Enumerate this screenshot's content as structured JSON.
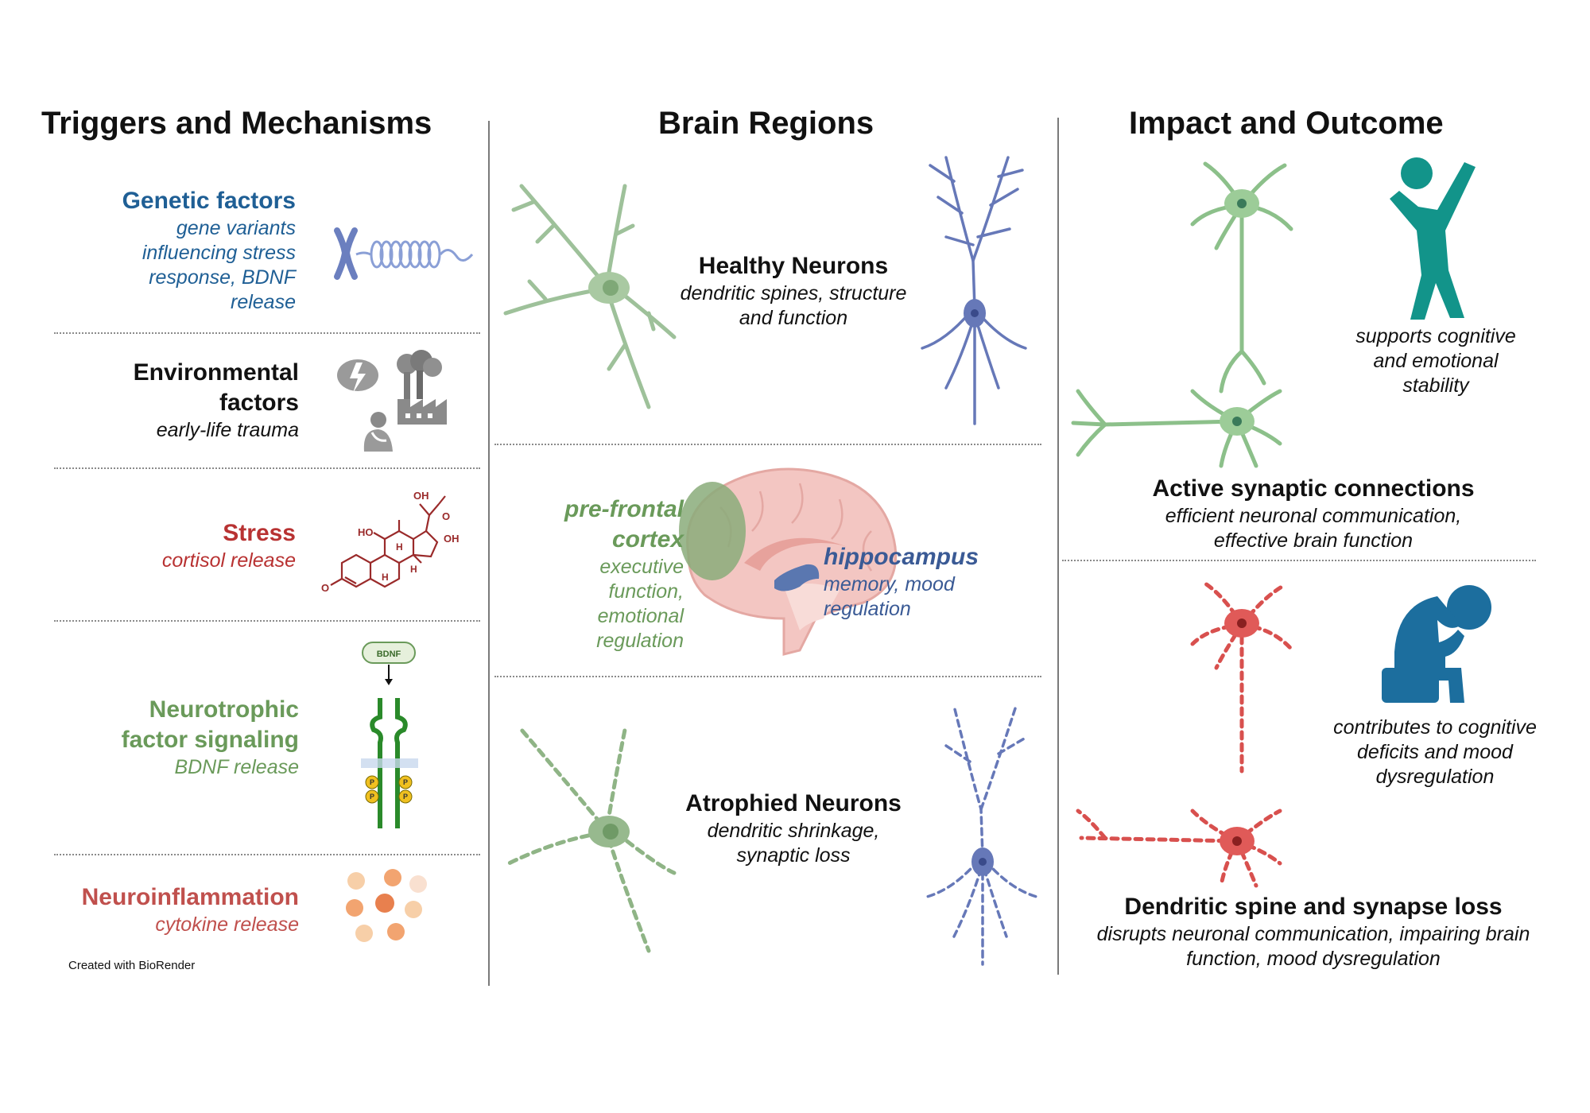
{
  "columns": {
    "triggers": "Triggers and Mechanisms",
    "regions": "Brain Regions",
    "impact": "Impact and Outcome"
  },
  "triggers": {
    "genetic": {
      "title": "Genetic factors",
      "desc": "gene variants influencing stress response, BDNF release",
      "color": "#1f5f95"
    },
    "environmental": {
      "title": "Environmental factors",
      "desc": "early-life trauma",
      "color": "#111111"
    },
    "stress": {
      "title": "Stress",
      "desc": "cortisol release",
      "color": "#b83232"
    },
    "neurotrophic": {
      "title": "Neurotrophic factor signaling",
      "desc": "BDNF release",
      "color": "#6a9a5a"
    },
    "neuroinflammation": {
      "title": "Neuroinflammation",
      "desc": "cytokine release",
      "color": "#c0504d"
    }
  },
  "molecule_labels": {
    "oh_top": "OH",
    "o_ketone": "O",
    "ho": "HO",
    "oh_right": "OH",
    "o_left": "O",
    "h1": "H",
    "h2": "H",
    "h3": "H"
  },
  "bdnf_label": "BDNF",
  "phospho_label": "P",
  "credit": "Created with BioRender",
  "regions": {
    "healthy": {
      "title": "Healthy Neurons",
      "desc": "dendritic spines, structure and function"
    },
    "pfc": {
      "title": "pre-frontal cortex",
      "desc": "executive function, emotional regulation",
      "color": "#6a9a5a"
    },
    "hippocampus": {
      "title": "hippocampus",
      "desc": "memory, mood regulation",
      "color": "#3a5a95"
    },
    "atrophied": {
      "title": "Atrophied Neurons",
      "desc": "dendritic shrinkage, synaptic loss"
    }
  },
  "impact": {
    "positive_caption": "supports cognitive and emotional stability",
    "active": {
      "title": "Active synaptic connections",
      "desc": "efficient neuronal communication, effective brain function"
    },
    "negative_caption": "contributes to cognitive deficits and mood dysregulation",
    "loss": {
      "title": "Dendritic spine and synapse loss",
      "desc": "disrupts neuronal communication, impairing brain function, mood dysregulation"
    }
  }
}
